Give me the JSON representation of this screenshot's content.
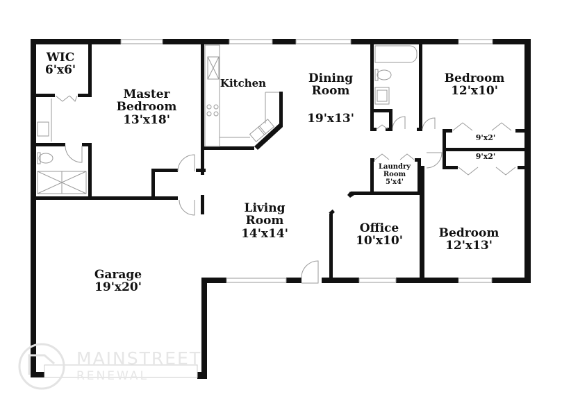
{
  "plan": {
    "rooms": [
      {
        "id": "wic",
        "name": "WIC",
        "size": "6'x6'"
      },
      {
        "id": "master-bedroom",
        "name_line1": "Master",
        "name_line2": "Bedroom",
        "size": "13'x18'"
      },
      {
        "id": "kitchen",
        "name": "Kitchen"
      },
      {
        "id": "dining-room",
        "name_line1": "Dining",
        "name_line2": "Room",
        "size": "19'x13'"
      },
      {
        "id": "bedroom-2",
        "name": "Bedroom",
        "size": "12'x10'"
      },
      {
        "id": "closet-1",
        "size": "9'x2'"
      },
      {
        "id": "closet-2",
        "size": "9'x2'"
      },
      {
        "id": "laundry-room",
        "name_line1": "Laundry",
        "name_line2": "Room",
        "size": "5'x4'"
      },
      {
        "id": "living-room",
        "name_line1": "Living",
        "name_line2": "Room",
        "size": "14'x14'"
      },
      {
        "id": "office",
        "name": "Office",
        "size": "10'x10'"
      },
      {
        "id": "bedroom-3",
        "name": "Bedroom",
        "size": "12'x13'"
      },
      {
        "id": "garage",
        "name": "Garage",
        "size": "19'x20'"
      }
    ],
    "colors": {
      "wall": "#111111",
      "fixture": "#9a9a9a",
      "background": "#ffffff",
      "watermark": "#e6e6e6"
    }
  },
  "watermark": {
    "line1": "MAINSTREET",
    "line2": "RENEWAL"
  }
}
